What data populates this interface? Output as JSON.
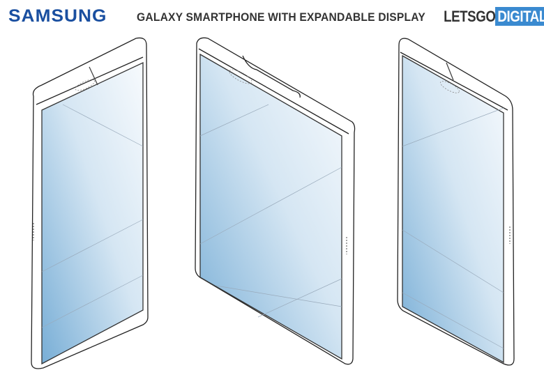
{
  "header": {
    "brand": "SAMSUNG",
    "title": "GALAXY SMARTPHONE WITH EXPANDABLE DISPLAY",
    "logo_part1": "LETSGO",
    "logo_part2": "DIGITAL"
  },
  "colors": {
    "brand": "#1a4fa0",
    "logo_accent": "#3a8ad0",
    "screen_light": "#f4f8fc",
    "screen_dark": "#7fb2d8"
  },
  "figures": [
    "phone-left-view",
    "phone-expanded-view",
    "phone-right-view"
  ]
}
